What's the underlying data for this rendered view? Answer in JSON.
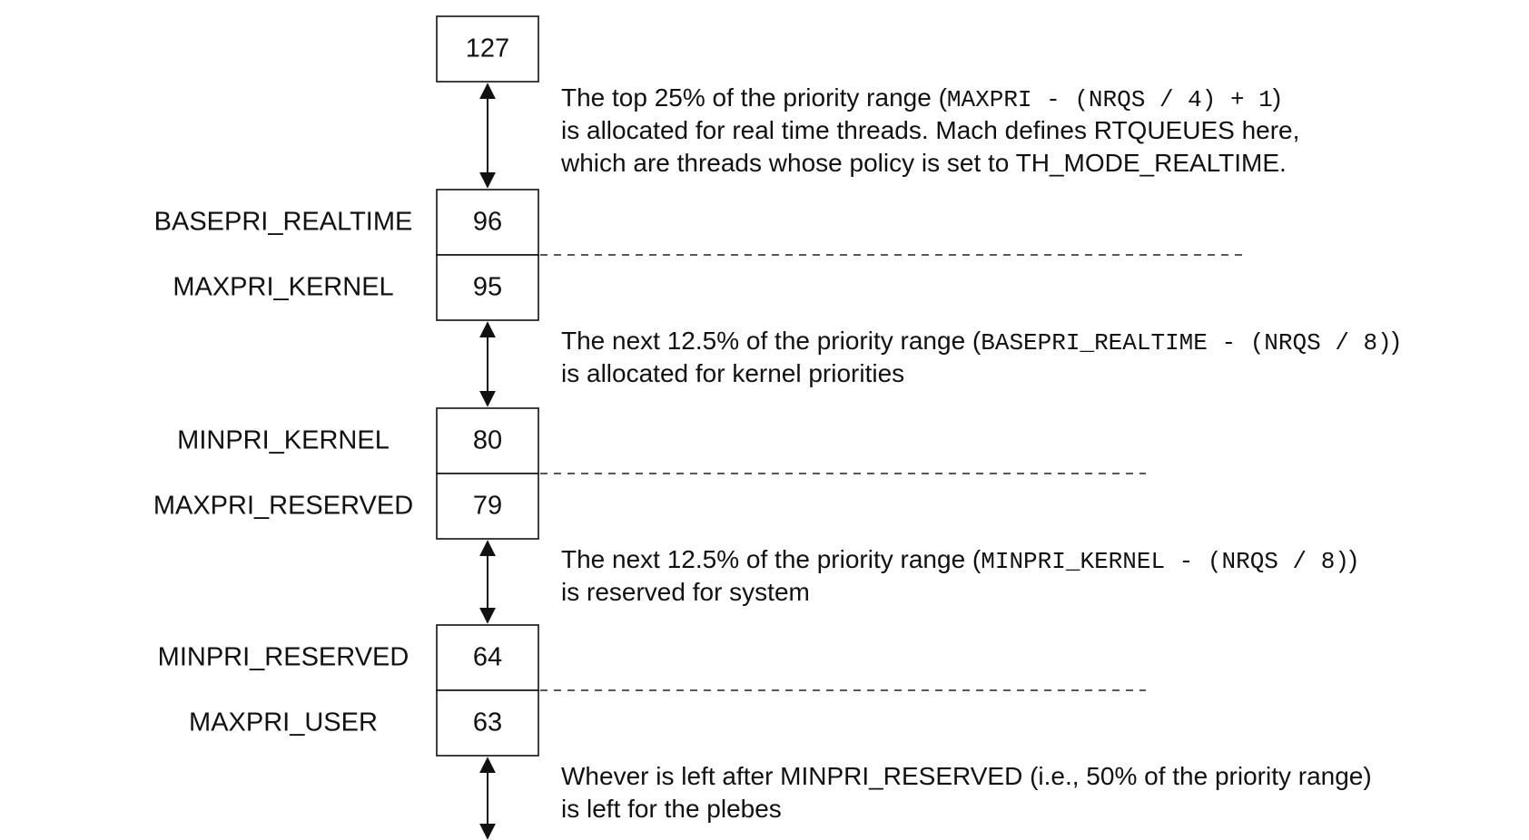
{
  "diagram": {
    "top_value": "127",
    "boundaries": [
      {
        "upper_label": "BASEPRI_REALTIME",
        "upper_value": "96",
        "lower_label": "MAXPRI_KERNEL",
        "lower_value": "95"
      },
      {
        "upper_label": "MINPRI_KERNEL",
        "upper_value": "80",
        "lower_label": "MAXPRI_RESERVED",
        "lower_value": "79"
      },
      {
        "upper_label": "MINPRI_RESERVED",
        "upper_value": "64",
        "lower_label": "MAXPRI_USER",
        "lower_value": "63"
      }
    ],
    "descriptions": [
      {
        "lines": [
          [
            {
              "t": "The top 25% of the priority range ("
            },
            {
              "t": "MAXPRI - (NRQS / 4) + 1",
              "mono": true
            },
            {
              "t": ")"
            }
          ],
          [
            {
              "t": "is allocated for real time threads. Mach defines RTQUEUES here,"
            }
          ],
          [
            {
              "t": "which are threads whose policy is set to TH_MODE_REALTIME."
            }
          ]
        ]
      },
      {
        "lines": [
          [
            {
              "t": "The next 12.5% of the priority range ("
            },
            {
              "t": "BASEPRI_REALTIME - (NRQS / 8)",
              "mono": true
            },
            {
              "t": ")"
            }
          ],
          [
            {
              "t": "is allocated for kernel priorities"
            }
          ]
        ]
      },
      {
        "lines": [
          [
            {
              "t": "The next 12.5% of the priority range ("
            },
            {
              "t": "MINPRI_KERNEL - (NRQS / 8)",
              "mono": true
            },
            {
              "t": ")"
            }
          ],
          [
            {
              "t": "is reserved for system"
            }
          ]
        ]
      },
      {
        "lines": [
          [
            {
              "t": "Whever is left after MINPRI_RESERVED (i.e., 50% of the priority range)"
            }
          ],
          [
            {
              "t": "is left for the plebes"
            }
          ]
        ]
      }
    ]
  }
}
